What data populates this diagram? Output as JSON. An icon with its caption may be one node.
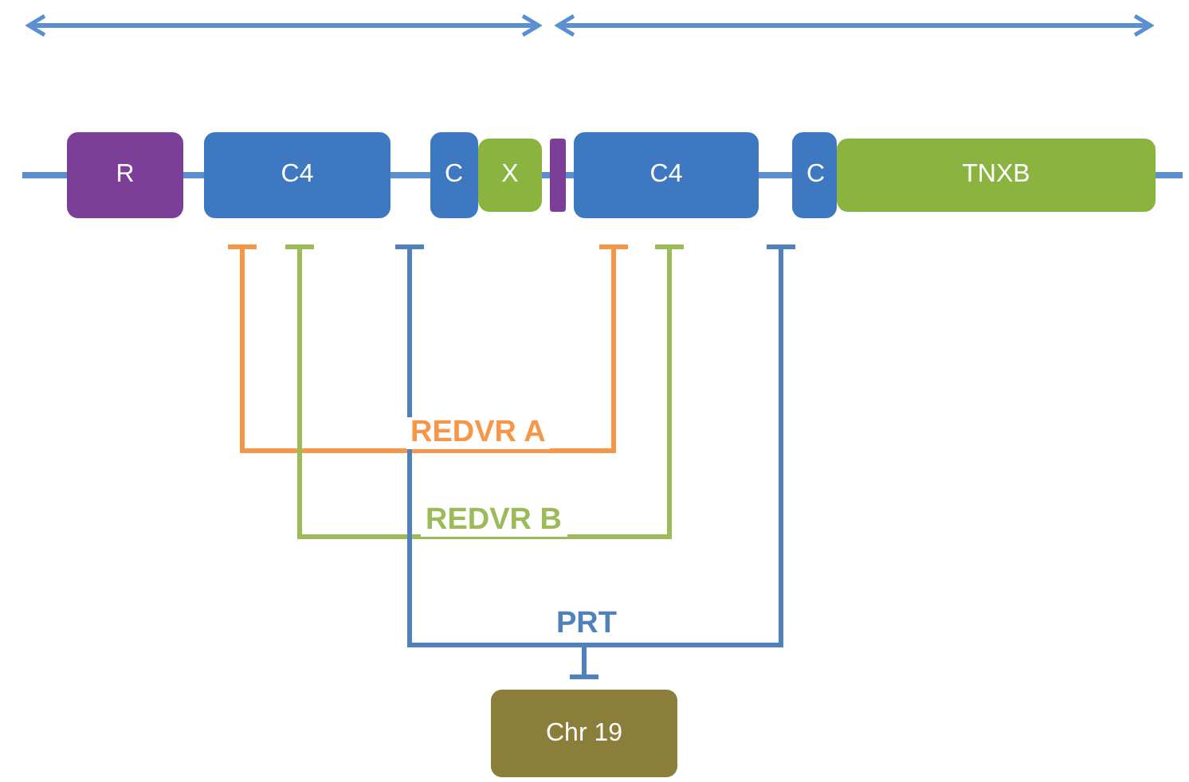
{
  "diagram": {
    "nodes": [
      {
        "text": [
          "R"
        ]
      },
      {
        "text": [
          "C4"
        ]
      },
      {
        "text": [
          "C"
        ]
      },
      {
        "text": [
          "X"
        ]
      },
      {
        "text": [],
        "shape": "bar"
      },
      {
        "text": [
          "C4"
        ]
      },
      {
        "text": [
          "C"
        ]
      },
      {
        "text": [
          "TNXB"
        ]
      },
      {
        "text": [
          "Chr 19"
        ]
      }
    ],
    "edges": [
      {
        "from": 1,
        "to": 5,
        "arrow": "other",
        "label": "REDVR A",
        "color": "#f79646"
      },
      {
        "from": 1,
        "to": 5,
        "arrow": "other",
        "label": "REDVR B",
        "color": "#9bbb59"
      },
      {
        "from": 2,
        "to": 8,
        "arrow": "other",
        "label": "PRT"
      },
      {
        "from": 6,
        "to": 8,
        "arrow": "other"
      }
    ]
  }
}
